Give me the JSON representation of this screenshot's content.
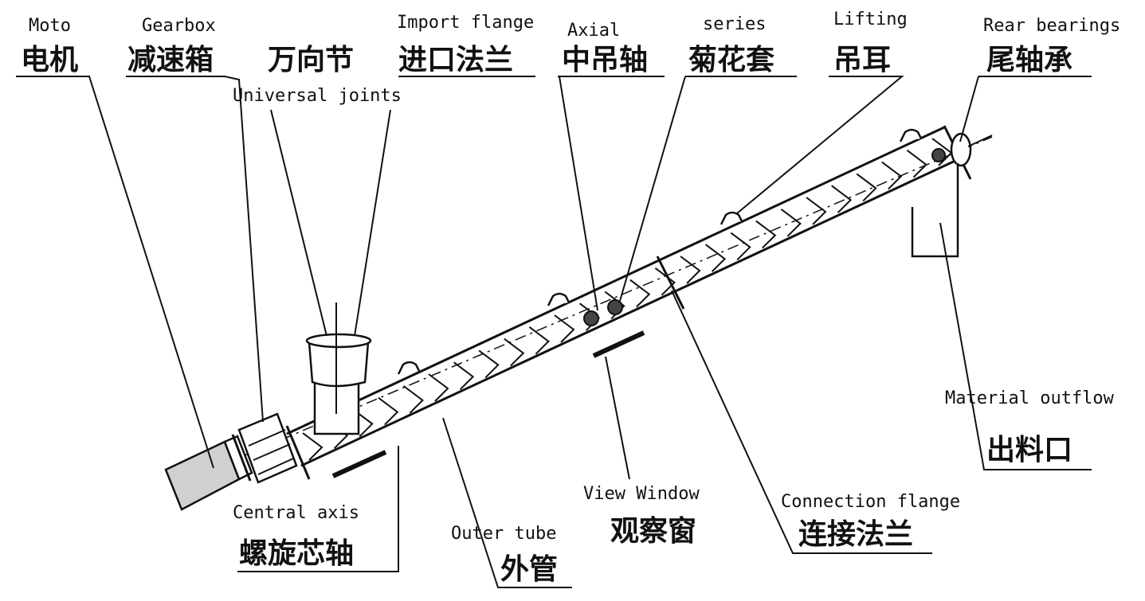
{
  "labels": {
    "motor": {
      "en": "Moto",
      "zh": "电机"
    },
    "gearbox": {
      "en": "Gearbox",
      "zh": "减速箱"
    },
    "universal_joint": {
      "en": "Universal joints",
      "zh": "万向节"
    },
    "import_flange": {
      "en": "Import flange",
      "zh": "进口法兰"
    },
    "axial": {
      "en": "Axial",
      "zh": "中吊轴"
    },
    "series": {
      "en": "series",
      "zh": "菊花套"
    },
    "lifting": {
      "en": "Lifting",
      "zh": "吊耳"
    },
    "rear_bearings": {
      "en": "Rear bearings",
      "zh": "尾轴承"
    },
    "material_outflow": {
      "en": "Material outflow",
      "zh": "出料口"
    },
    "central_axis": {
      "en": "Central axis",
      "zh": "螺旋芯轴"
    },
    "outer_tube": {
      "en": "Outer tube",
      "zh": "外管"
    },
    "view_window": {
      "en": "View Window",
      "zh": "观察窗"
    },
    "connection_flange": {
      "en": "Connection flange",
      "zh": "连接法兰"
    }
  }
}
